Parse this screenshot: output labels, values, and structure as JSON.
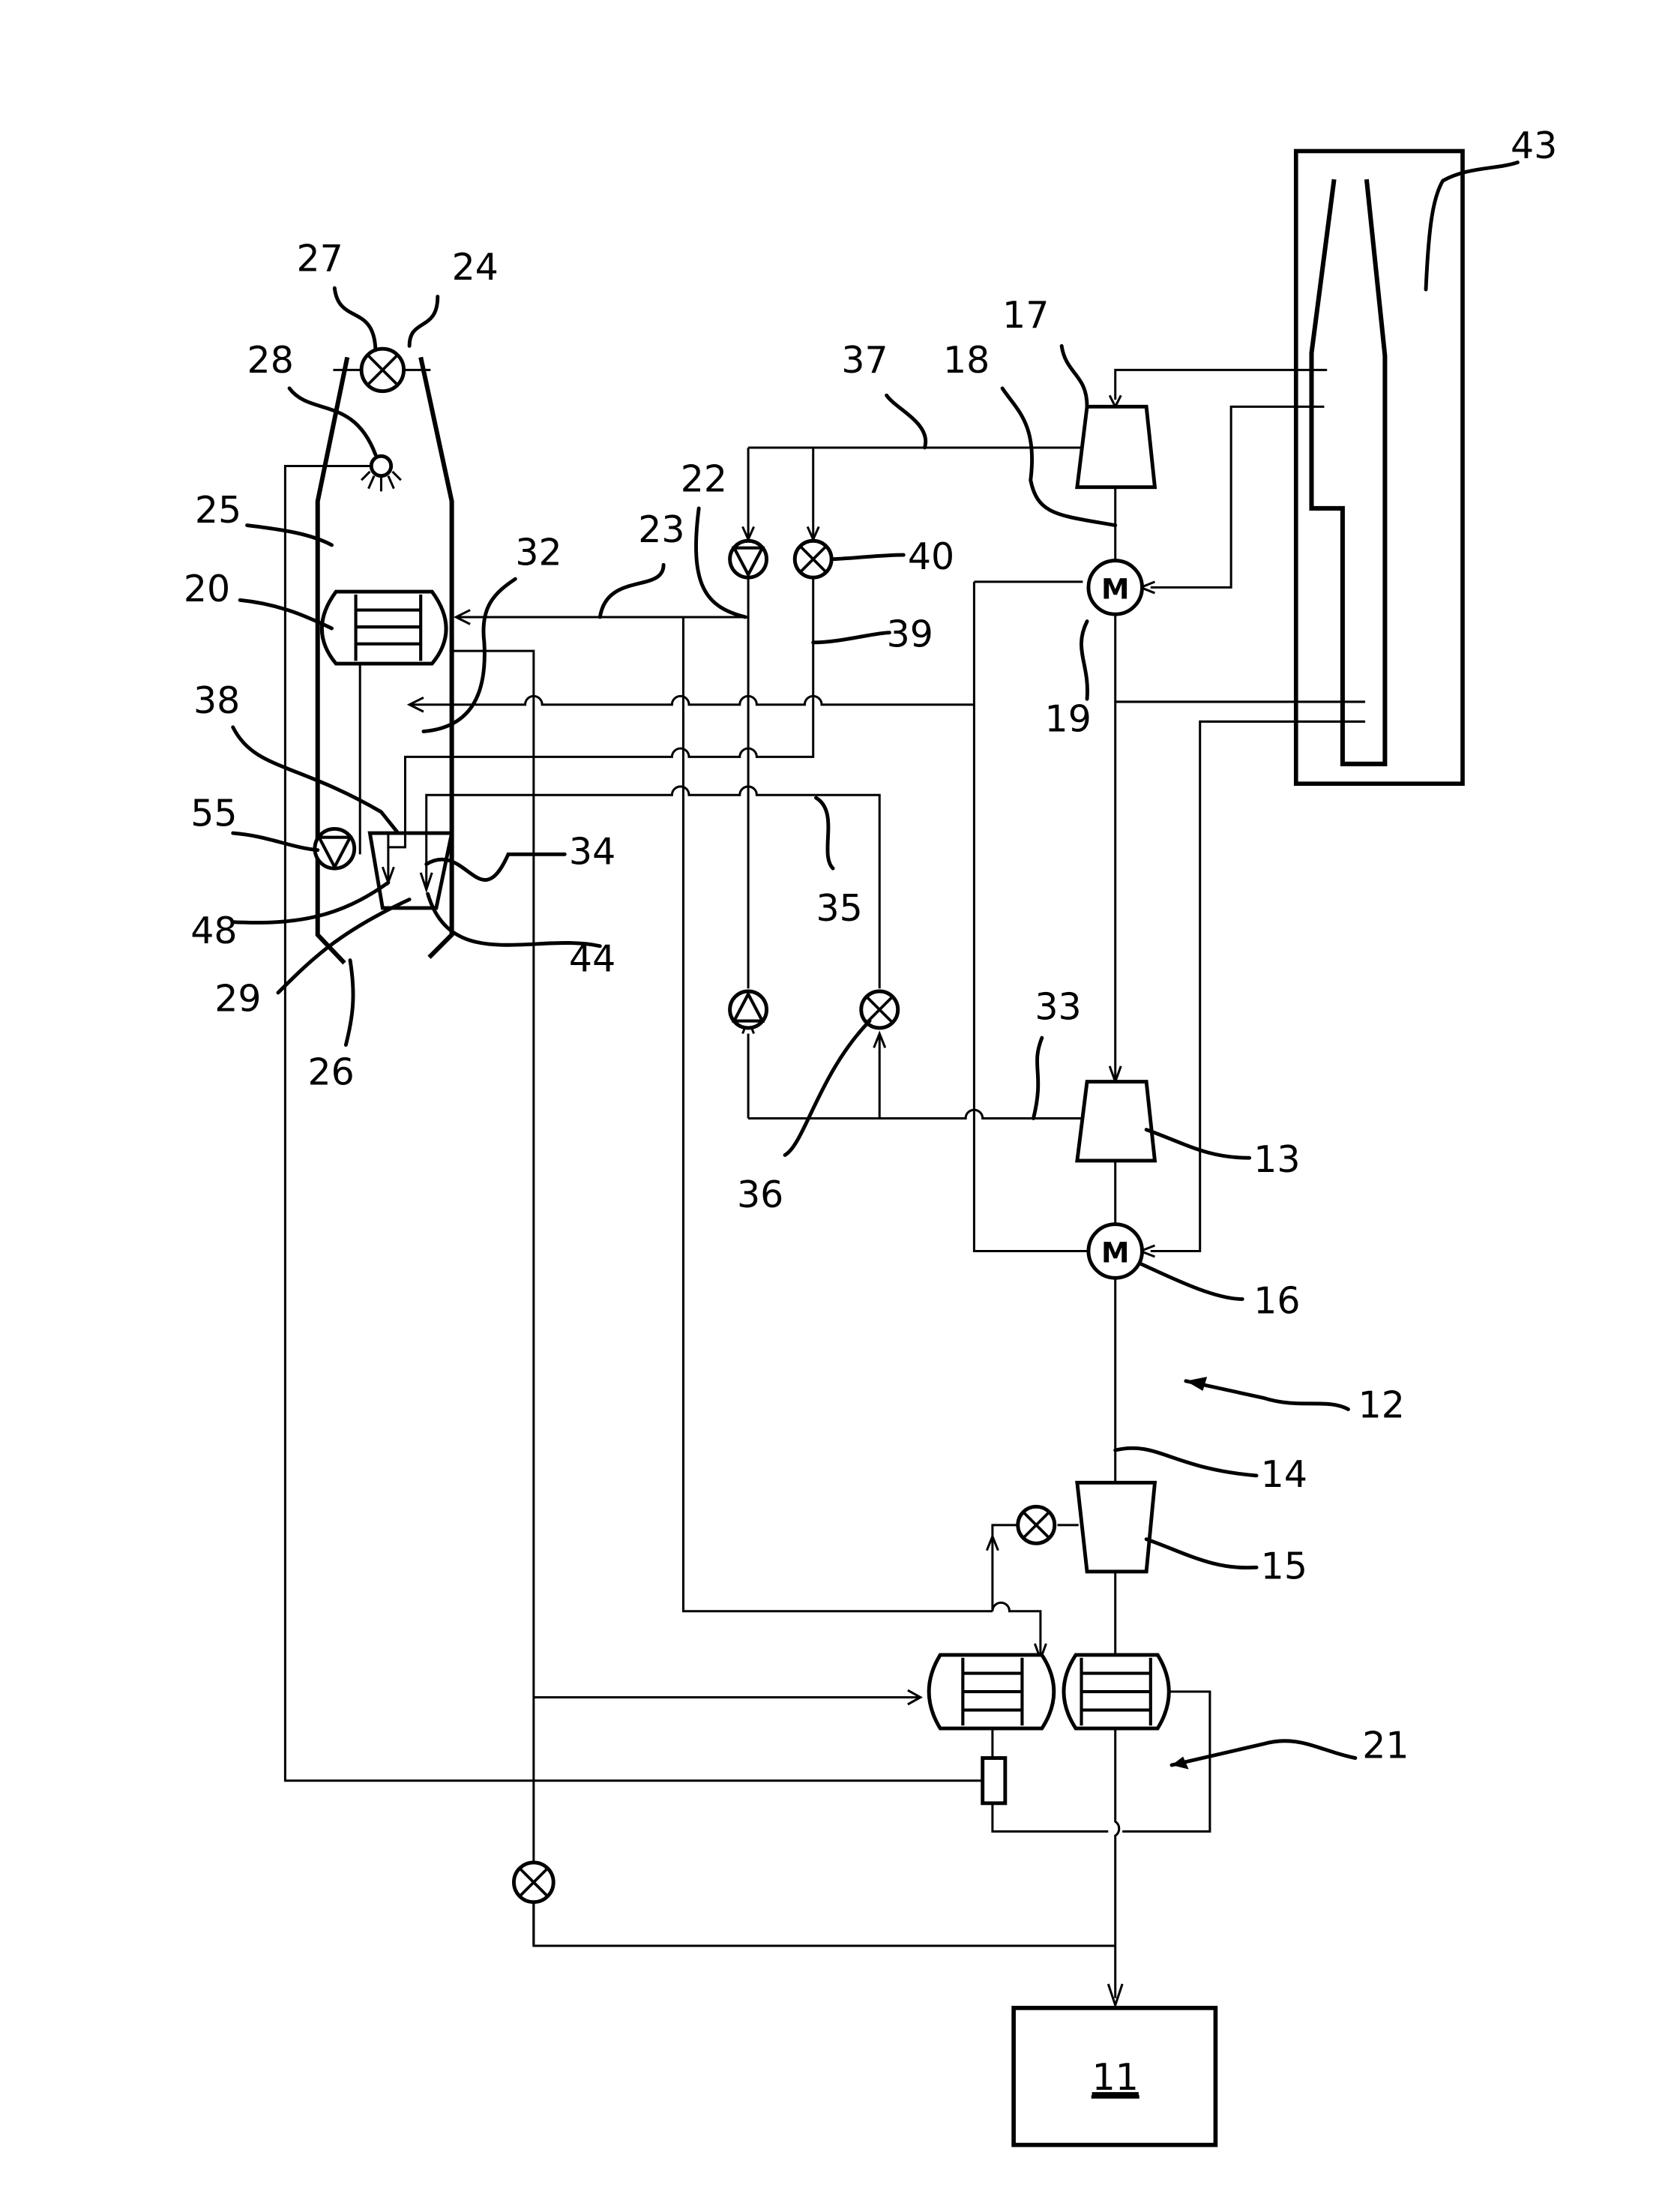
{
  "figure": {
    "type": "patent-schematic",
    "description": "Process flow schematic with vessel, heat exchangers, compressors, motors, pumps and valves"
  },
  "labels": {
    "l11": "11",
    "l12": "12",
    "l13": "13",
    "l14": "14",
    "l15": "15",
    "l16": "16",
    "l17": "17",
    "l18": "18",
    "l19": "19",
    "l20": "20",
    "l21": "21",
    "l22": "22",
    "l23": "23",
    "l24": "24",
    "l25": "25",
    "l26": "26",
    "l27": "27",
    "l28": "28",
    "l29": "29",
    "l32": "32",
    "l33": "33",
    "l34": "34",
    "l35": "35",
    "l36": "36",
    "l37": "37",
    "l38": "38",
    "l39": "39",
    "l40": "40",
    "l43": "43",
    "l44": "44",
    "l48": "48",
    "l55": "55"
  },
  "motor_letter": "M"
}
